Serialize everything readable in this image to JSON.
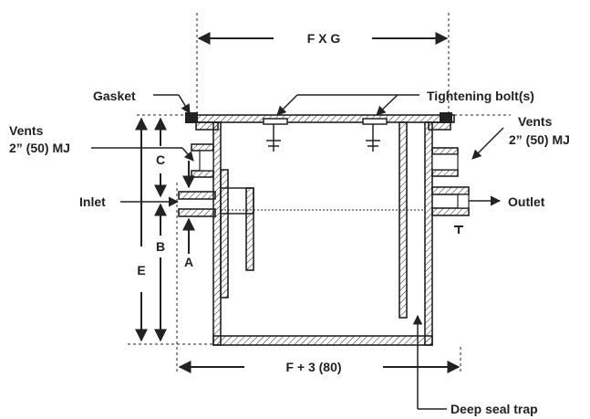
{
  "labels": {
    "fxg": "F X G",
    "gasket": "Gasket",
    "tightening_bolts": "Tightening bolt(s)",
    "vents_left_line1": "Vents",
    "vents_left_line2": "2” (50) MJ",
    "vents_right_line1": "Vents",
    "vents_right_line2": "2” (50) MJ",
    "inlet": "Inlet",
    "outlet": "Outlet",
    "c": "C",
    "b": "B",
    "a": "A",
    "e": "E",
    "f_plus_3": "F + 3 (80)",
    "deep_seal_trap": "Deep seal trap"
  }
}
